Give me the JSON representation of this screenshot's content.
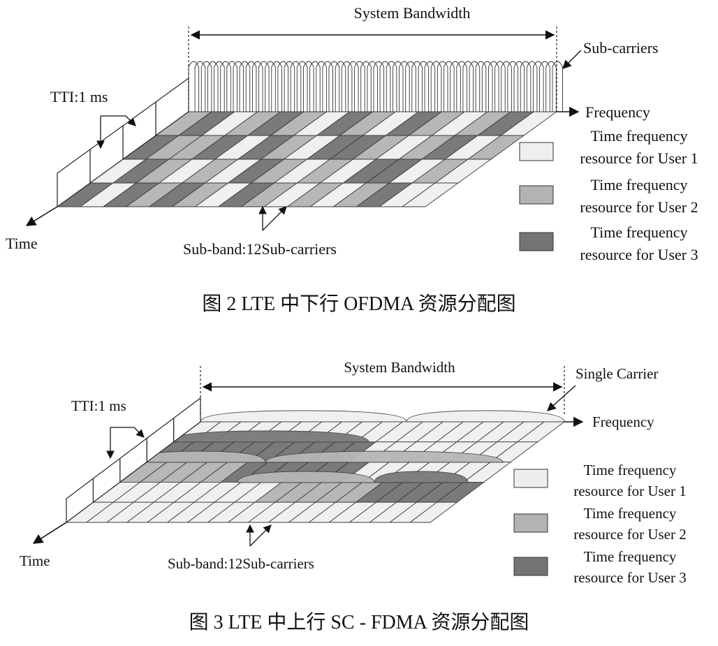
{
  "fig1": {
    "system_bandwidth": "System Bandwidth",
    "sub_carriers": "Sub-carriers",
    "frequency": "Frequency",
    "tti": "TTI:1 ms",
    "time": "Time",
    "sub_band": "Sub-band:12Sub-carriers",
    "legend": [
      {
        "line1": "Time frequency",
        "line2": "resource for User 1",
        "color": "#eeeeee"
      },
      {
        "line1": "Time frequency",
        "line2": "resource for User 2",
        "color": "#b3b3b3"
      },
      {
        "line1": "Time frequency",
        "line2": "resource for User 3",
        "color": "#747474"
      }
    ],
    "caption": "图 2   LTE 中下行 OFDMA 资源分配图"
  },
  "fig2": {
    "system_bandwidth": "System Bandwidth",
    "single_carrier": "Single Carrier",
    "frequency": "Frequency",
    "tti": "TTI:1 ms",
    "time": "Time",
    "sub_band": "Sub-band:12Sub-carriers",
    "legend": [
      {
        "line1": "Time frequency",
        "line2": "resource for User 1",
        "color": "#eeeeee"
      },
      {
        "line1": "Time frequency",
        "line2": "resource for User 2",
        "color": "#b3b3b3"
      },
      {
        "line1": "Time frequency",
        "line2": "resource for User 3",
        "color": "#747474"
      }
    ],
    "caption": "图 3   LTE 中上行 SC - FDMA 资源分配图"
  }
}
